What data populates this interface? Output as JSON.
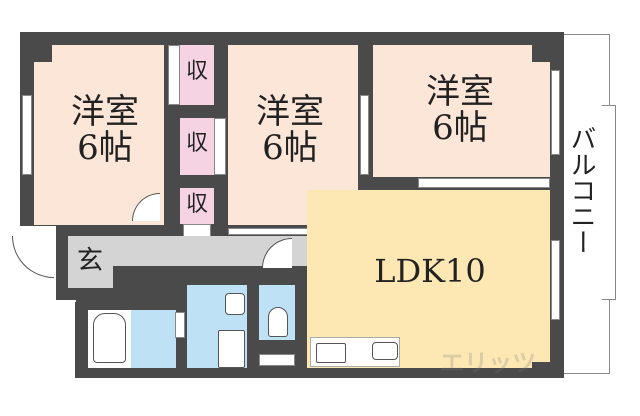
{
  "floor_plan": {
    "rooms": [
      {
        "id": "western-room-1",
        "name": "洋室",
        "size": "6帖",
        "color": "#fce6d8"
      },
      {
        "id": "western-room-2",
        "name": "洋室",
        "size": "6帖",
        "color": "#fce6d8"
      },
      {
        "id": "western-room-3",
        "name": "洋室",
        "size": "6帖",
        "color": "#fce6d8"
      },
      {
        "id": "ldk",
        "name": "LDK10",
        "color": "#fde8b4"
      }
    ],
    "closets": [
      {
        "label": "収"
      },
      {
        "label": "収"
      },
      {
        "label": "収"
      }
    ],
    "entrance": {
      "label": "玄"
    },
    "balcony": {
      "label": "バルコニー"
    },
    "watermark": "エリッツ",
    "colors": {
      "wall": "#4a4a4a",
      "western_room": "#fce6d8",
      "ldk": "#fde8b4",
      "closet": "#f5d3e3",
      "entrance": "#d4d4d4",
      "wet_area": "#bfe1f5"
    }
  }
}
